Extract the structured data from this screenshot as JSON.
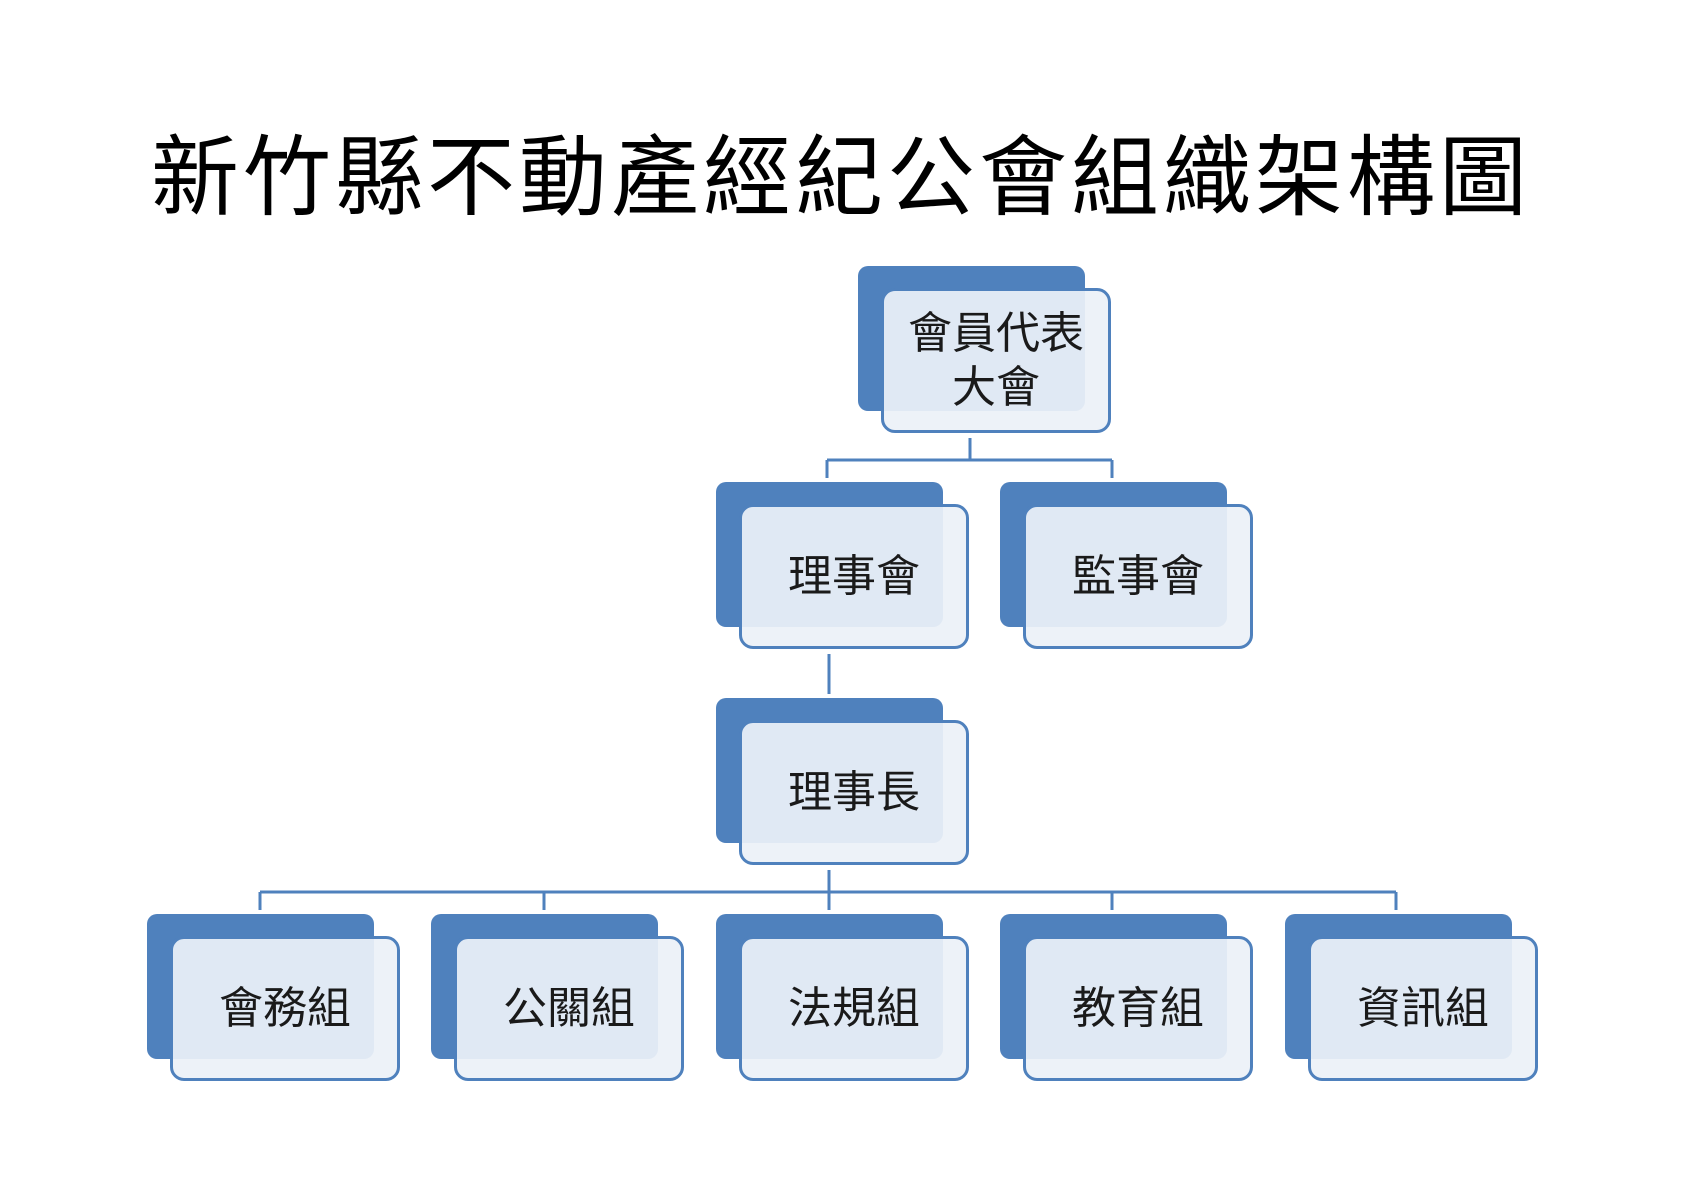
{
  "title": "新竹縣不動產經紀公會組織架構圖",
  "colors": {
    "accent": "#4f81bd",
    "box_fill": "#ecf1f8",
    "connector": "#4f81bd"
  },
  "nodes": {
    "assembly": {
      "label_line1": "會員代表",
      "label_line2": "大會"
    },
    "board_of_directors": {
      "label": "理事會"
    },
    "board_of_supervisors": {
      "label": "監事會"
    },
    "chairman": {
      "label": "理事長"
    },
    "groups": [
      {
        "label": "會務組"
      },
      {
        "label": "公關組"
      },
      {
        "label": "法規組"
      },
      {
        "label": "教育組"
      },
      {
        "label": "資訊組"
      }
    ]
  }
}
